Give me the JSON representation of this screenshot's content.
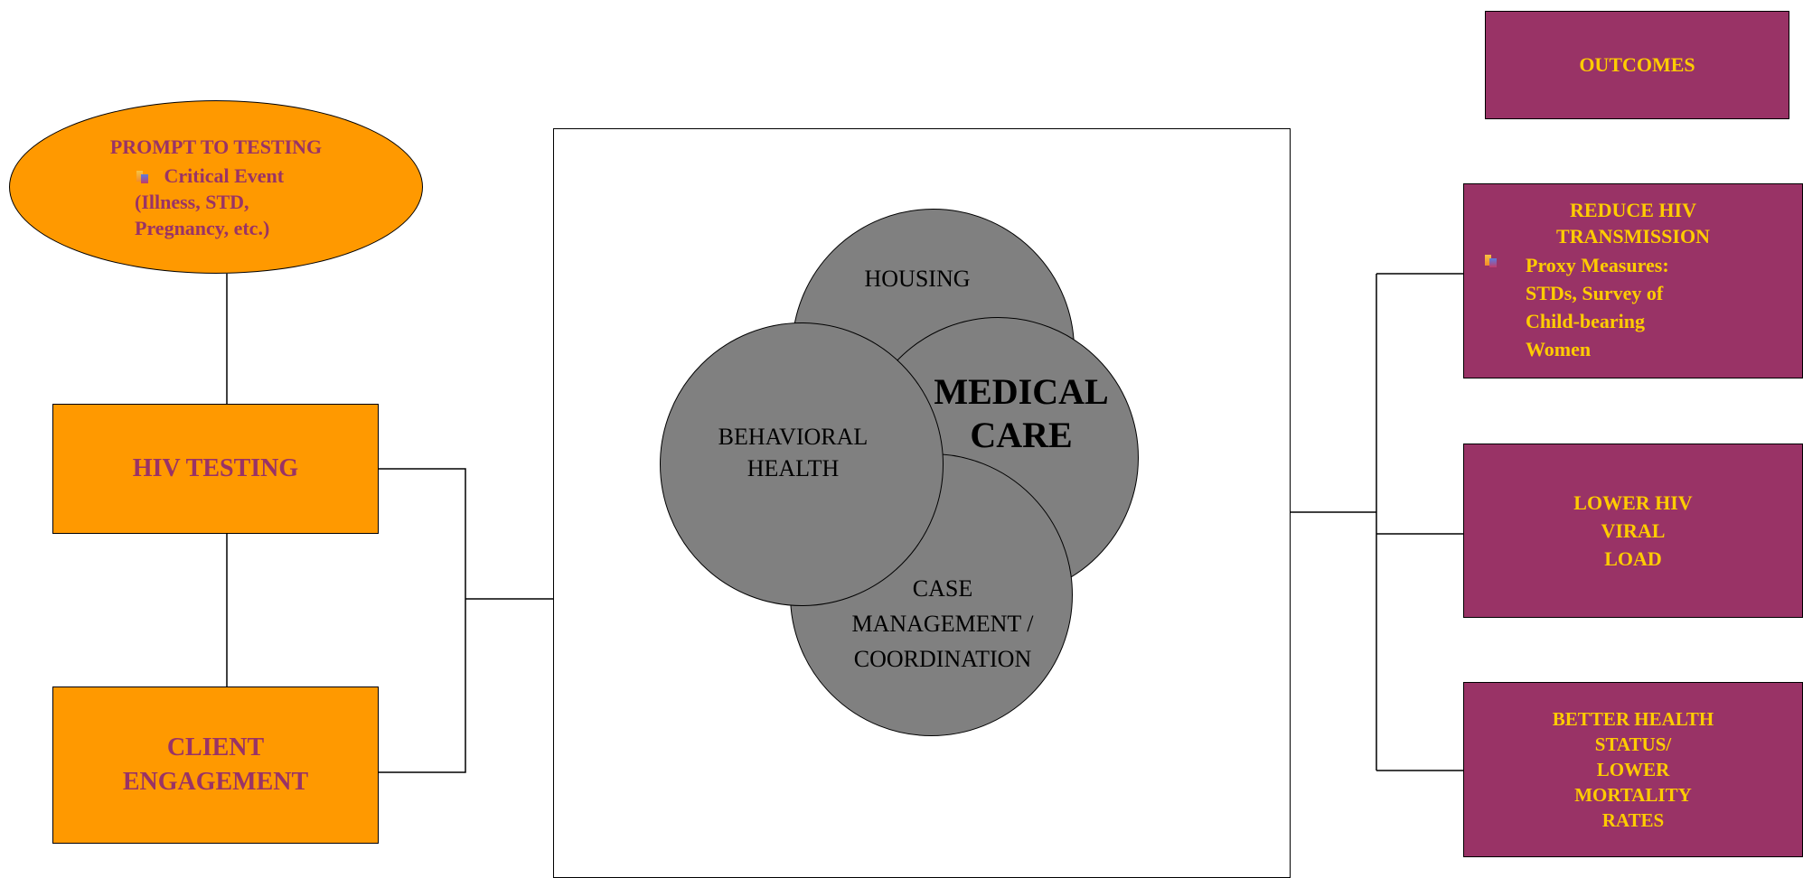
{
  "prompt": {
    "title": "PROMPT TO TESTING",
    "bullet_icon": "critical-event-bullet-icon",
    "lines": [
      "Critical Event",
      "(Illness, STD,",
      "Pregnancy, etc.)"
    ]
  },
  "hiv_testing": "HIV TESTING",
  "client_engagement": [
    "CLIENT",
    "ENGAGEMENT"
  ],
  "center": {
    "housing": "HOUSING",
    "behavioral": [
      "BEHAVIORAL",
      "HEALTH"
    ],
    "medical": [
      "MEDICAL",
      "CARE"
    ],
    "case": [
      "CASE",
      "MANAGEMENT /",
      "COORDINATION"
    ]
  },
  "outcomes": {
    "header": "OUTCOMES",
    "reduce": {
      "title": [
        "REDUCE HIV",
        "TRANSMISSION"
      ],
      "bullet_icon": "proxy-measures-bullet-icon",
      "lines": [
        "Proxy Measures:",
        "STDs, Survey of",
        "Child-bearing",
        "Women"
      ]
    },
    "viral": [
      "LOWER HIV",
      "VIRAL",
      "LOAD"
    ],
    "health": [
      "BETTER HEALTH",
      "STATUS/",
      "LOWER",
      "MORTALITY",
      "RATES"
    ]
  },
  "colors": {
    "orange": "#ff9900",
    "orange_text": "#993366",
    "plum": "#993366",
    "plum_text": "#ffcc00",
    "circle": "#808080"
  }
}
